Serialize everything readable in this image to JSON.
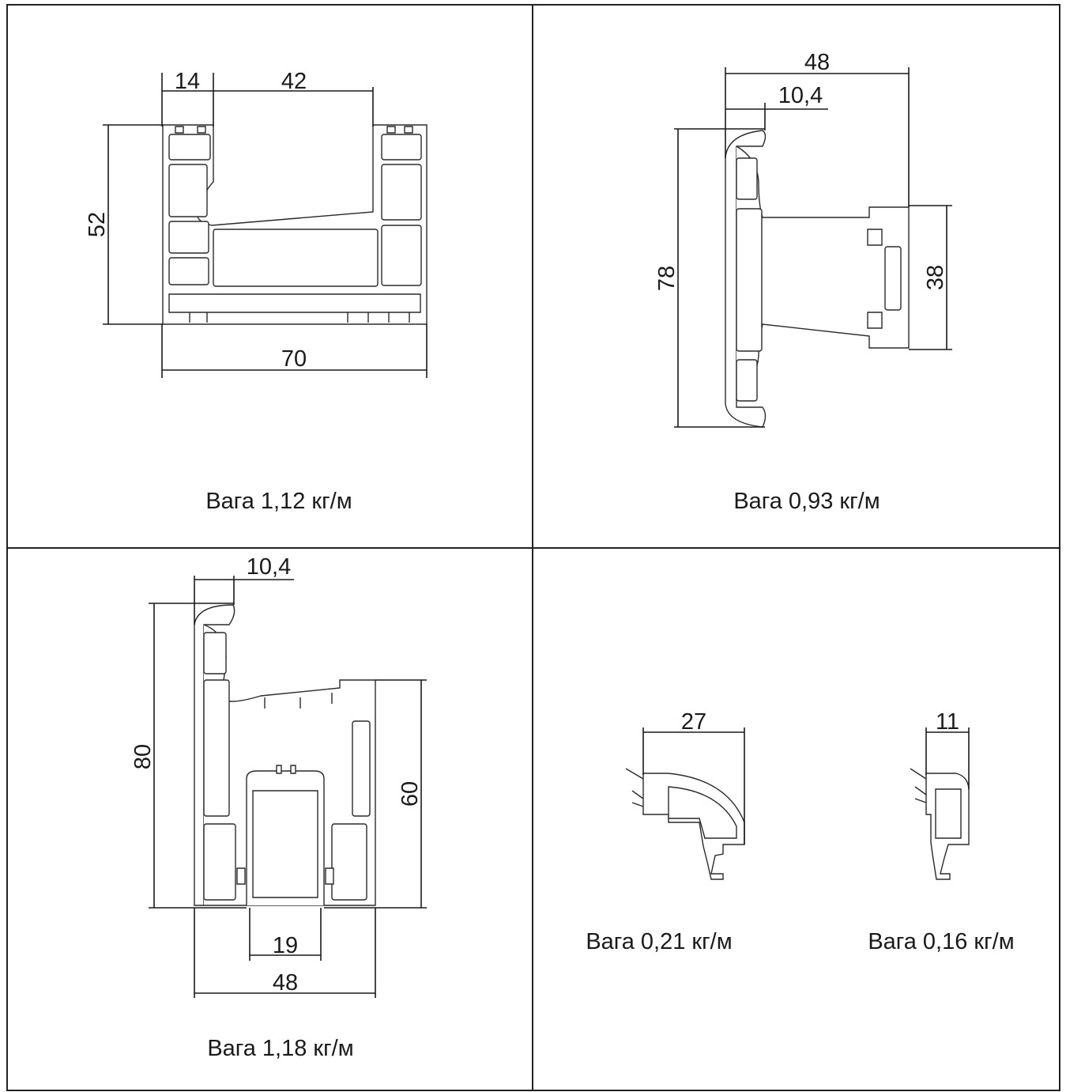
{
  "panels": [
    {
      "dimensions": {
        "top_left": "14",
        "top_right": "42",
        "left": "52",
        "bottom": "70"
      },
      "weight_label": "Вага  1,12 кг/м"
    },
    {
      "dimensions": {
        "top": "48",
        "top_inner": "10,4",
        "left": "78",
        "right": "38"
      },
      "weight_label": "Вага  0,93 кг/м"
    },
    {
      "dimensions": {
        "top": "10,4",
        "left": "80",
        "right": "60",
        "bottom_inner": "19",
        "bottom": "48"
      },
      "weight_label": "Вага  1,18 кг/м"
    },
    {
      "items": [
        {
          "dimension": "27",
          "weight_label": "Вага  0,21 кг/м"
        },
        {
          "dimension": "11",
          "weight_label": "Вага  0,16 кг/м"
        }
      ]
    }
  ]
}
